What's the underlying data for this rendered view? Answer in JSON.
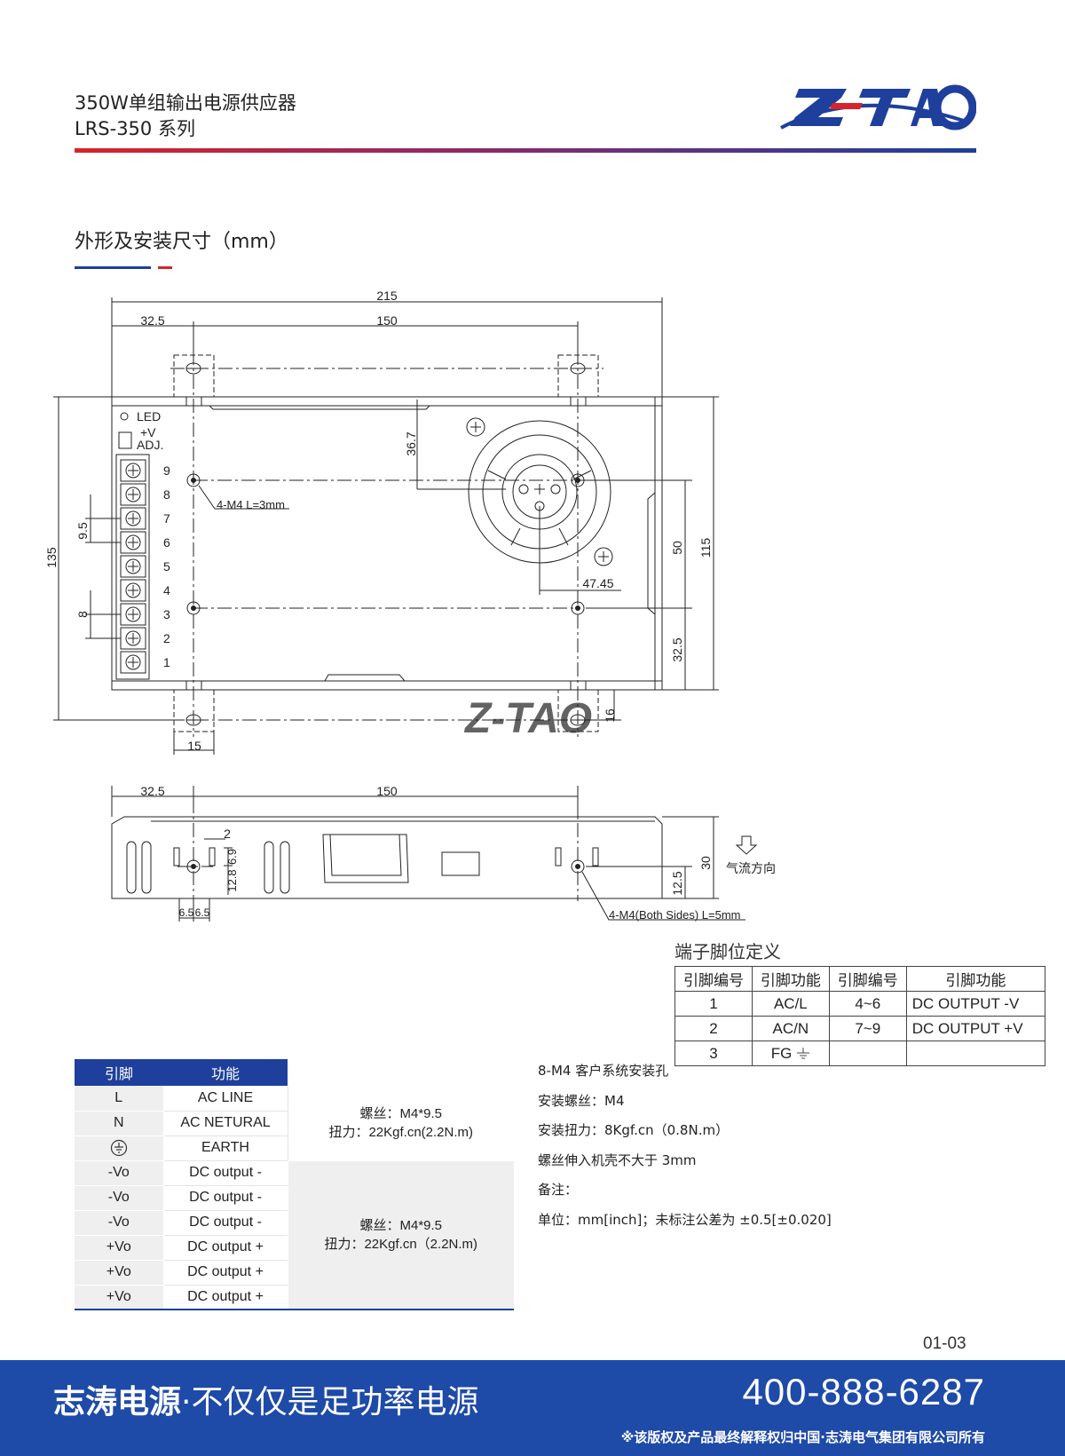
{
  "header": {
    "title_line1": "350W单组输出电源供应器",
    "title_line2": "LRS-350 系列",
    "logo_text": "Z-TAO"
  },
  "section": {
    "title": "外形及安装尺寸（mm）"
  },
  "drawing": {
    "top_view": {
      "dim_215": "215",
      "dim_32_5": "32.5",
      "dim_150": "150",
      "dim_135": "135",
      "dim_36_7": "36.7",
      "dim_9_5": "9.5",
      "dim_8": "8",
      "dim_50": "50",
      "dim_115": "115",
      "dim_47_45": "47.45",
      "dim_32_5_right": "32.5",
      "dim_16": "16",
      "dim_15": "15",
      "led_label": "LED",
      "vplus_label": "+V",
      "adj_label": "ADJ.",
      "mount_label": "4-M4 L=3mm",
      "terminal_numbers": [
        "9",
        "8",
        "7",
        "6",
        "5",
        "4",
        "3",
        "2",
        "1"
      ]
    },
    "side_view": {
      "dim_32_5": "32.5",
      "dim_150": "150",
      "dim_2": "2",
      "dim_6_9": "6.9",
      "dim_12_8": "12.8",
      "dim_6_5a": "6.5",
      "dim_6_5b": "6.5",
      "dim_30": "30",
      "dim_12_5": "12.5",
      "airflow_label": "气流方向",
      "mount_label": "4-M4(Both Sides) L=5mm"
    }
  },
  "pin_definition": {
    "title": "端子脚位定义",
    "headers": [
      "引脚编号",
      "引脚功能",
      "引脚编号",
      "引脚功能"
    ],
    "rows": [
      [
        "1",
        "AC/L",
        "4~6",
        "DC OUTPUT -V"
      ],
      [
        "2",
        "AC/N",
        "7~9",
        "DC OUTPUT +V"
      ],
      [
        "3",
        "FG",
        "",
        ""
      ]
    ]
  },
  "pin_table": {
    "headers": [
      "引脚",
      "功能"
    ],
    "rows": [
      {
        "pin": "L",
        "func": "AC LINE"
      },
      {
        "pin": "N",
        "func": "AC NETURAL"
      },
      {
        "pin": "",
        "func": "EARTH",
        "icon": "ground-icon"
      },
      {
        "pin": "-Vo",
        "func": "DC output -"
      },
      {
        "pin": "-Vo",
        "func": "DC output -"
      },
      {
        "pin": "-Vo",
        "func": "DC output -"
      },
      {
        "pin": "+Vo",
        "func": "DC output +"
      },
      {
        "pin": "+Vo",
        "func": "DC output +"
      },
      {
        "pin": "+Vo",
        "func": "DC output +"
      }
    ],
    "group1": {
      "screw": "螺丝：M4*9.5",
      "torque": "扭力：22Kgf.cn(2.2N.m)"
    },
    "group2": {
      "screw": "螺丝：M4*9.5",
      "torque": "扭力：22Kgf.cn（2.2N.m)"
    }
  },
  "notes": [
    "8-M4 客户系统安装孔",
    "安装螺丝：M4",
    "安装扭力：8Kgf.cn（0.8N.m）",
    "螺丝伸入机壳不大于 3mm",
    "备注：",
    "单位：mm[inch]；未标注公差为 ±0.5[±0.020]"
  ],
  "page_number": "01-03",
  "footer": {
    "slogan_bold": "志涛电源",
    "slogan_rest": "·不仅仅是足功率电源",
    "phone": "400-888-6287",
    "copyright": "※该版权及产品最终解释权归中国·志涛电气集团有限公司所有"
  },
  "colors": {
    "brand_blue": "#1e3f9c",
    "brand_red": "#d8232a",
    "footer_blue": "#1e4aa8"
  }
}
